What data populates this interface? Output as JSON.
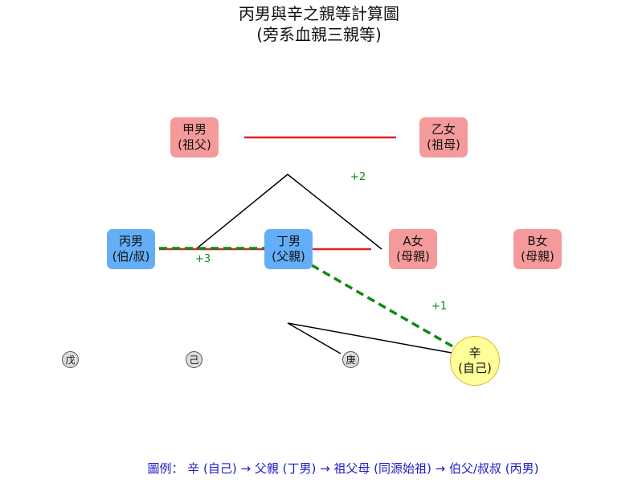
{
  "title": {
    "line1": "丙男與辛之親等計算圖",
    "line2": "(旁系血親三親等)"
  },
  "nodes": {
    "jia": {
      "name": "甲男",
      "role": "(祖父)"
    },
    "yi": {
      "name": "乙女",
      "role": "(祖母)"
    },
    "bing": {
      "name": "丙男",
      "role": "(伯/叔)"
    },
    "ding": {
      "name": "丁男",
      "role": "(父親)"
    },
    "a": {
      "name": "A女",
      "role": "(母親)"
    },
    "b": {
      "name": "B女",
      "role": "(母親)"
    },
    "xin": {
      "name": "辛",
      "role": "(自己)"
    }
  },
  "small_nodes": {
    "wu": "戊",
    "ji": "己",
    "geng": "庚"
  },
  "degrees": {
    "one": "+1",
    "two": "+2",
    "three": "+3"
  },
  "legend": "圖例： 辛 (自己) → 父親 (丁男) → 祖父母 (同源始祖) → 伯父/叔叔 (丙男)",
  "colors": {
    "male": "#64aef8",
    "female": "#f59a9a",
    "self": "#ffff99",
    "marriage_line": "#e02020",
    "path_line": "#118a11",
    "legend_text": "#1c1cc8"
  }
}
